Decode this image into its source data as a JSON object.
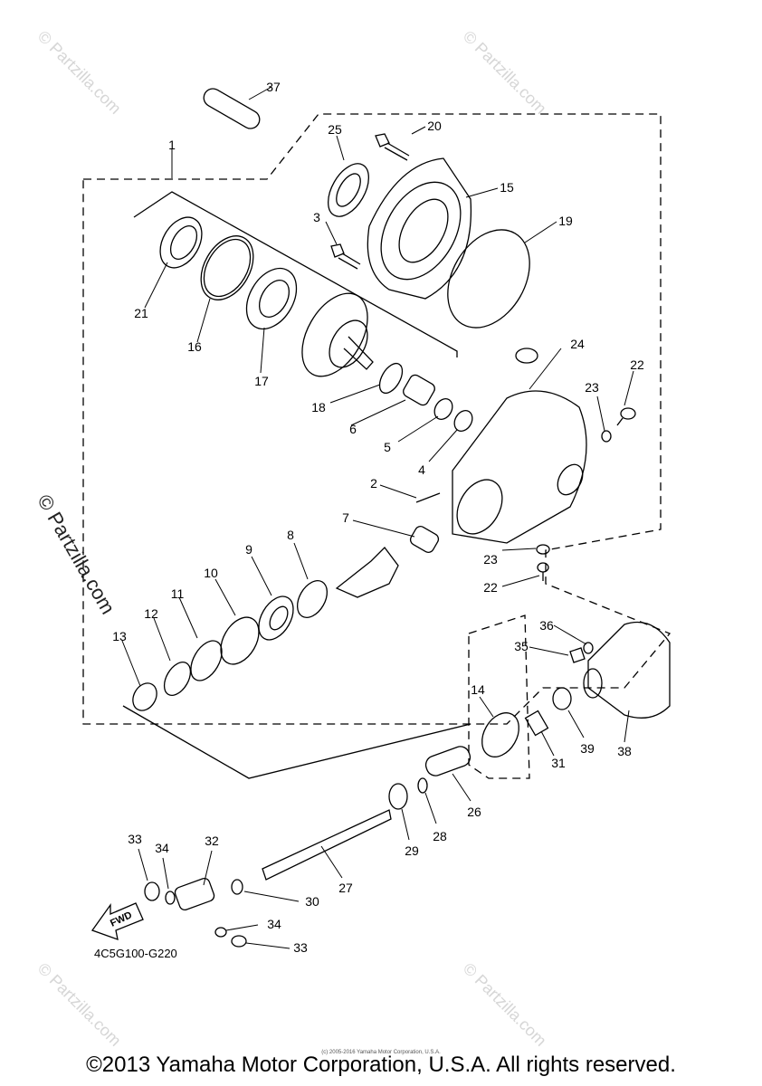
{
  "diagram_code": "4C5G100-G220",
  "fwd_label": "FWD",
  "copyright": "©2013 Yamaha Motor Corporation, U.S.A. All rights reserved.",
  "small_print": "(c) 2005-2016 Yamaha Motor Corporation, U.S.A.",
  "watermark": "© Partzilla.com",
  "callouts": [
    "37",
    "1",
    "25",
    "20",
    "3",
    "15",
    "19",
    "21",
    "16",
    "17",
    "18",
    "6",
    "5",
    "4",
    "24",
    "22",
    "23",
    "2",
    "7",
    "8",
    "9",
    "10",
    "11",
    "12",
    "13",
    "23",
    "22",
    "36",
    "35",
    "14",
    "31",
    "39",
    "38",
    "26",
    "28",
    "29",
    "27",
    "33",
    "34",
    "32",
    "30",
    "34",
    "33"
  ]
}
